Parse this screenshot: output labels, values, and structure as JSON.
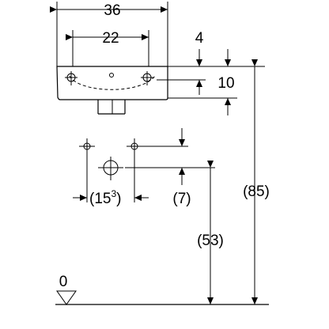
{
  "dimensions": {
    "width_total": "36",
    "tap_spacing": "22",
    "rim_offset": "4",
    "rim_height": "10",
    "tap_centres": "(15",
    "tap_centres_sup": "3",
    "tap_centres_close": ")",
    "waste_offset": "(7)",
    "waste_height": "(53)",
    "rim_floor_height": "(85)",
    "floor_level": "0"
  }
}
